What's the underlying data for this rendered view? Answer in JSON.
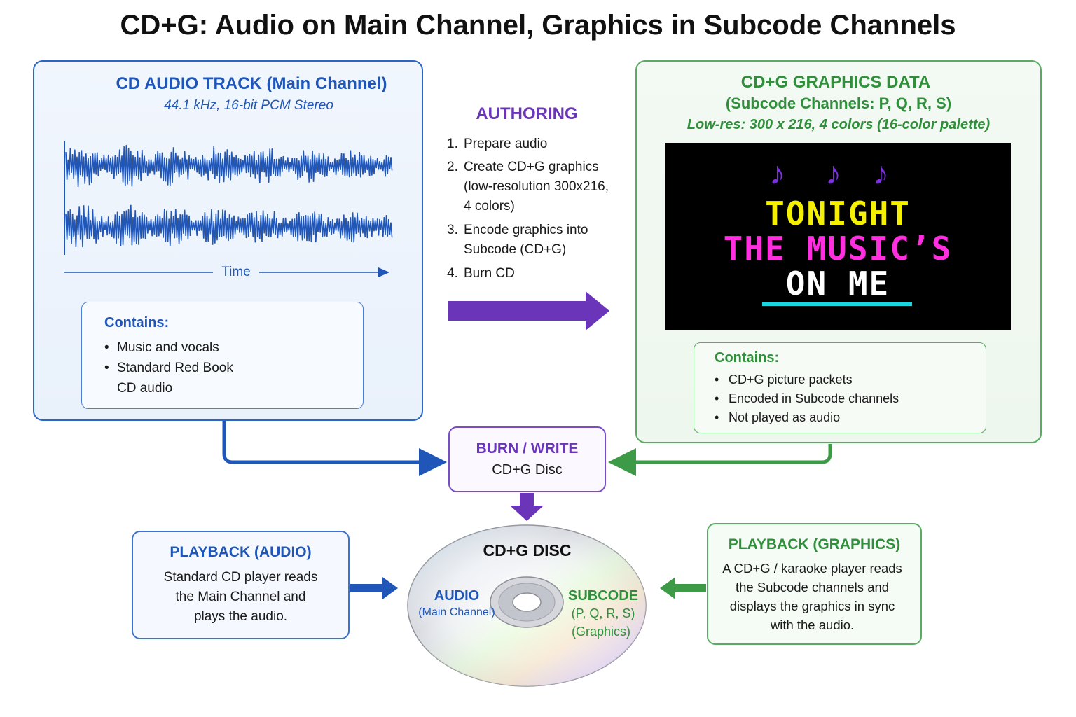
{
  "title": "CD+G: Audio on Main Channel, Graphics in Subcode Channels",
  "audio_track": {
    "heading": "CD AUDIO TRACK (Main Channel)",
    "subheading": "44.1 kHz, 16-bit PCM Stereo",
    "axis_label": "Time",
    "contains_heading": "Contains:",
    "contains": [
      "Music and vocals",
      "Standard Red Book",
      "CD audio"
    ]
  },
  "authoring": {
    "heading": "AUTHORING",
    "steps": [
      {
        "num": "1.",
        "lines": [
          "Prepare audio"
        ]
      },
      {
        "num": "2.",
        "lines": [
          "Create CD+G graphics",
          "(low-resolution 300x216,",
          "4 colors)"
        ]
      },
      {
        "num": "3.",
        "lines": [
          "Encode graphics into",
          "Subcode (CD+G)"
        ]
      },
      {
        "num": "4.",
        "lines": [
          "Burn CD"
        ]
      }
    ]
  },
  "graphics_data": {
    "heading": "CD+G GRAPHICS DATA",
    "subheading": "(Subcode Channels: P, Q, R, S)",
    "resolution": "Low-res: 300 x 216, 4 colors (16-color palette)",
    "screen": {
      "notes": [
        "♪",
        "♪",
        "♪"
      ],
      "line1": "TONIGHT",
      "line2": "THE MUSIC’S",
      "line3": "ON ME",
      "colors": {
        "note": "#7b2fe0",
        "line1": "#f4f000",
        "line2": "#ff2fe0",
        "line3": "#ffffff",
        "underline": "#19d6e0"
      }
    },
    "contains_heading": "Contains:",
    "contains": [
      "CD+G picture packets",
      "Encoded in Subcode channels",
      "Not played as audio"
    ]
  },
  "burn": {
    "heading": "BURN / WRITE",
    "label": "CD+G Disc"
  },
  "disc": {
    "title": "CD+G DISC",
    "left_title": "AUDIO",
    "left_sub": "(Main Channel)",
    "right_title": "SUBCODE",
    "right_sub1": "(P, Q, R, S)",
    "right_sub2": "(Graphics)"
  },
  "playback_audio": {
    "heading": "PLAYBACK (AUDIO)",
    "lines": [
      "Standard CD player reads",
      "the Main Channel and",
      "plays the audio."
    ]
  },
  "playback_graphics": {
    "heading": "PLAYBACK (GRAPHICS)",
    "lines": [
      "A CD+G / karaoke player reads",
      "the Subcode channels and",
      "displays the graphics in sync",
      "with the audio."
    ]
  },
  "colors": {
    "blue": "#1f56b8",
    "green": "#2f8f3a",
    "purple": "#6a35b8"
  }
}
